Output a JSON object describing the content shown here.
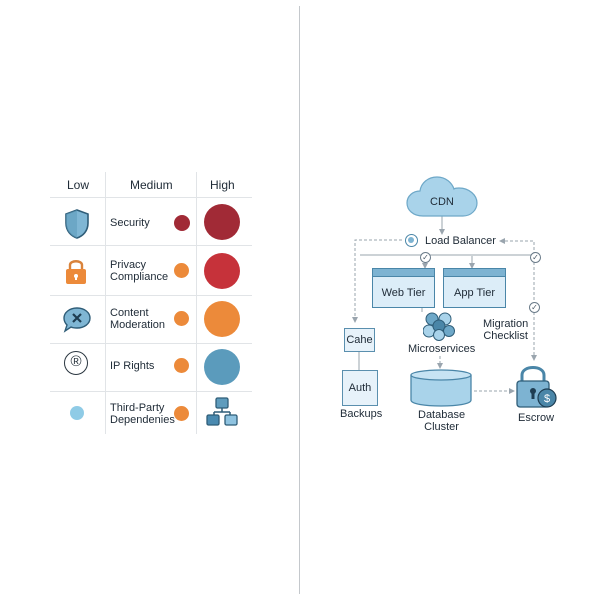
{
  "matrix": {
    "headers": {
      "low": "Low",
      "medium": "Medium",
      "high": "High"
    },
    "rows": [
      {
        "label": "Security",
        "icon": "shield-icon",
        "medium_color": "#a12a36",
        "high_color": "#a12a36"
      },
      {
        "label": "Privacy\nCompliance",
        "icon": "padlock-icon",
        "medium_color": "#ec8a3a",
        "high_color": "#c6323a"
      },
      {
        "label": "Content\nModeration",
        "icon": "chat-bubble-x-icon",
        "medium_color": "#ec8a3a",
        "high_color": "#ec8a3a"
      },
      {
        "label": "IP Rights",
        "icon": "registered-trademark-icon",
        "symbol": "®",
        "medium_color": "#ec8a3a",
        "high_color": "#5b9bbc"
      },
      {
        "label": "Third-Party\nDependenies",
        "icon": "light-blue-dot-icon",
        "medium_color": "#ec8a3a",
        "high_icon": "network-nodes-icon"
      }
    ]
  },
  "architecture": {
    "cdn": "CDN",
    "load_balancer": "Load Balancer",
    "web_tier": "Web Tier",
    "app_tier": "App Tier",
    "cache": "Cahe",
    "microservices": "Microservices",
    "migration_checklist": "Migration\nChecklist",
    "auth": "Auth",
    "backups": "Backups",
    "database_cluster": "Database\nCluster",
    "escrow": "Escrow",
    "colors": {
      "fill": "#a9d3ea",
      "stroke": "#4a86a8",
      "line": "#9aa5ae"
    }
  }
}
